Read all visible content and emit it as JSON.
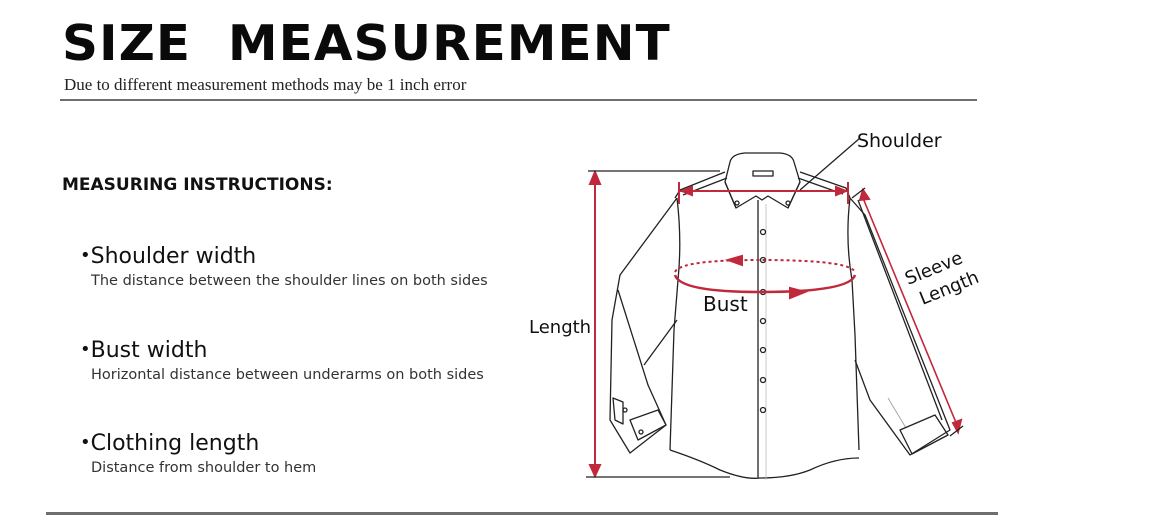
{
  "header": {
    "title": "SIZE  MEASUREMENT",
    "subtitle": "Due to different measurement methods may be 1 inch error"
  },
  "instructions": {
    "heading": "MEASURING INSTRUCTIONS:",
    "bullet": "•",
    "items": [
      {
        "name": "Shoulder width",
        "description": "The distance between the shoulder lines on both sides"
      },
      {
        "name": "Bust width",
        "description": "Horizontal distance between underarms on both sides"
      },
      {
        "name": "Clothing length",
        "description": "Distance from shoulder to hem"
      }
    ]
  },
  "diagram": {
    "labels": {
      "shoulder": "Shoulder",
      "bust": "Bust",
      "length": "Length",
      "sleeve_line1": "Sleeve",
      "sleeve_line2": "Length"
    },
    "colors": {
      "measure_line": "#c0283c",
      "outline": "#222222"
    }
  }
}
